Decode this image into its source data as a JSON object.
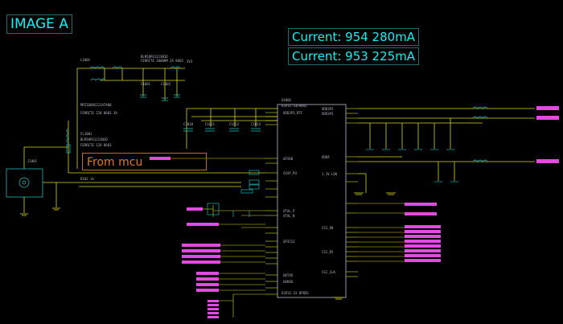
{
  "image_label": "IMAGE A",
  "annotations": {
    "current_1": "Current: 954 280mA",
    "current_2": "Current: 953 225mA",
    "from_mcu": "From mcu"
  },
  "colors": {
    "background": "#000000",
    "wire": "#d8d820",
    "component": "#23b5b5",
    "chip": "#a6a6b8",
    "net_label": "#e14be1",
    "callout": "#e07a26"
  },
  "schematic": {
    "main_ic": "ESP32-S3",
    "ic_footer": "ESP32-S3 QFN56"
  }
}
